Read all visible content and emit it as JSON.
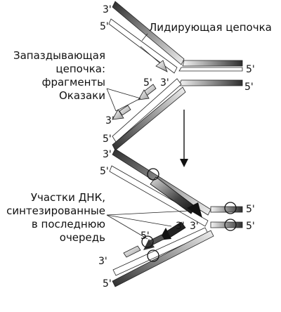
{
  "labels": {
    "leading_strand": "Лидирующая цепочка",
    "lagging_line1": "Запаздывающая",
    "lagging_line2": "цепочка:",
    "lagging_line3": "фрагменты",
    "lagging_line4": "Оказаки",
    "last_line1": "Участки ДНК,",
    "last_line2": "синтезированные",
    "last_line3": "в последнюю",
    "last_line4": "очередь"
  },
  "ends": {
    "three_prime": "3'",
    "five_prime": "5'"
  },
  "colors": {
    "strand_dark": "#3a3a3a",
    "strand_light": "#d8d8d8",
    "arrow_light": "#b8b8b8",
    "arrow_dark": "#111111"
  }
}
